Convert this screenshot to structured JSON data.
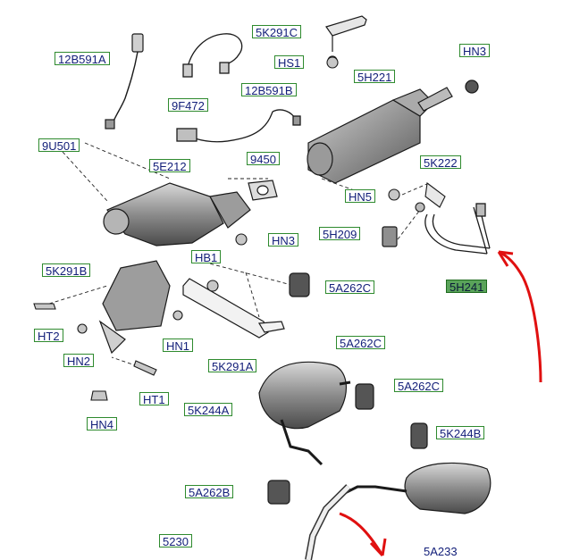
{
  "diagram": {
    "labels": {
      "l_12b591a": "12B591A",
      "l_5k291c": "5K291C",
      "l_hn3_top": "HN3",
      "l_hs1": "HS1",
      "l_5h221": "5H221",
      "l_12b591b": "12B591B",
      "l_9f472": "9F472",
      "l_9u501": "9U501",
      "l_5e212": "5E212",
      "l_9450": "9450",
      "l_5k222": "5K222",
      "l_hn5": "HN5",
      "l_5h209": "5H209",
      "l_hn3_mid": "HN3",
      "l_5h241": "5H241",
      "l_hb1": "HB1",
      "l_5k291b": "5K291B",
      "l_5a262c_1": "5A262C",
      "l_ht2": "HT2",
      "l_hn1": "HN1",
      "l_hn2": "HN2",
      "l_5k291a": "5K291A",
      "l_5a262c_2": "5A262C",
      "l_5a262c_3": "5A262C",
      "l_ht1": "HT1",
      "l_5k244a": "5K244A",
      "l_hn4": "HN4",
      "l_5k244b": "5K244B",
      "l_5a262b": "5A262B",
      "l_5230": "5230",
      "l_5a233": "5A233"
    },
    "highlight_label": "5H241",
    "colors": {
      "label_border": "#2e8a2e",
      "label_text": "#14207a",
      "highlight_fill": "#5aa35a",
      "annotation_arrow": "#e01010",
      "line_art": "#1a1a1a",
      "part_shade": "#8a8a8a"
    }
  }
}
